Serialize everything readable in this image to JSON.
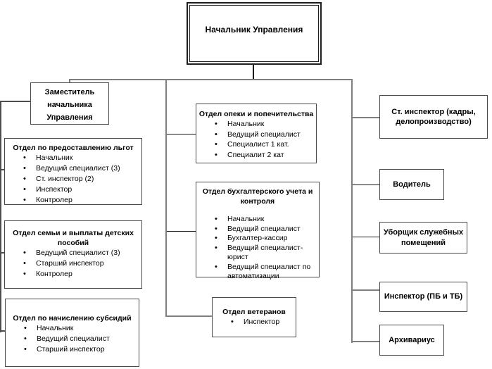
{
  "org": {
    "head": "Начальник Управления",
    "deputy": "Заместитель\nначальника\nУправления",
    "left_departments": [
      {
        "title": "Отдел по предоставлению льгот",
        "items": [
          "Начальник",
          "Ведущий специалист (3)",
          "Ст. инспектор (2)",
          "Инспектор",
          "Контролер"
        ]
      },
      {
        "title": "Отдел семьи и выплаты детских\nпособий",
        "items": [
          "Ведущий специалист (3)",
          "Старший инспектор",
          "Контролер"
        ]
      },
      {
        "title": "Отдел по начислению субсидий",
        "items": [
          "Начальник",
          "Ведущий специалист",
          "Старший инспектор"
        ]
      }
    ],
    "middle_departments": [
      {
        "title": "Отдел опеки и попечительства",
        "items": [
          "Начальник",
          "Ведущий специалист",
          "Специалист 1 кат.",
          "Специалит 2 кат"
        ]
      },
      {
        "title": "Отдел бухгалтерского учета и\nконтроля",
        "items": [
          "Начальник",
          "Ведущий специалист",
          "Бухгалтер-кассир",
          "Ведущий специалист-\nюрист",
          "Ведущий специалист по\nавтоматизации"
        ]
      },
      {
        "title": "Отдел ветеранов",
        "items": [
          "Инспектор"
        ]
      }
    ],
    "right_positions": [
      "Ст. инспектор (кадры,\nделопроизводство)",
      "Водитель",
      "Уборщик служебных\nпомещений",
      "Инспектор (ПБ и ТБ)",
      "Архивариус"
    ],
    "colors": {
      "connector_gray": "#7f7f7f",
      "connector_dark": "#4d4d4d",
      "border": "#4a4a4a",
      "text": "#000000",
      "background": "#ffffff"
    }
  }
}
